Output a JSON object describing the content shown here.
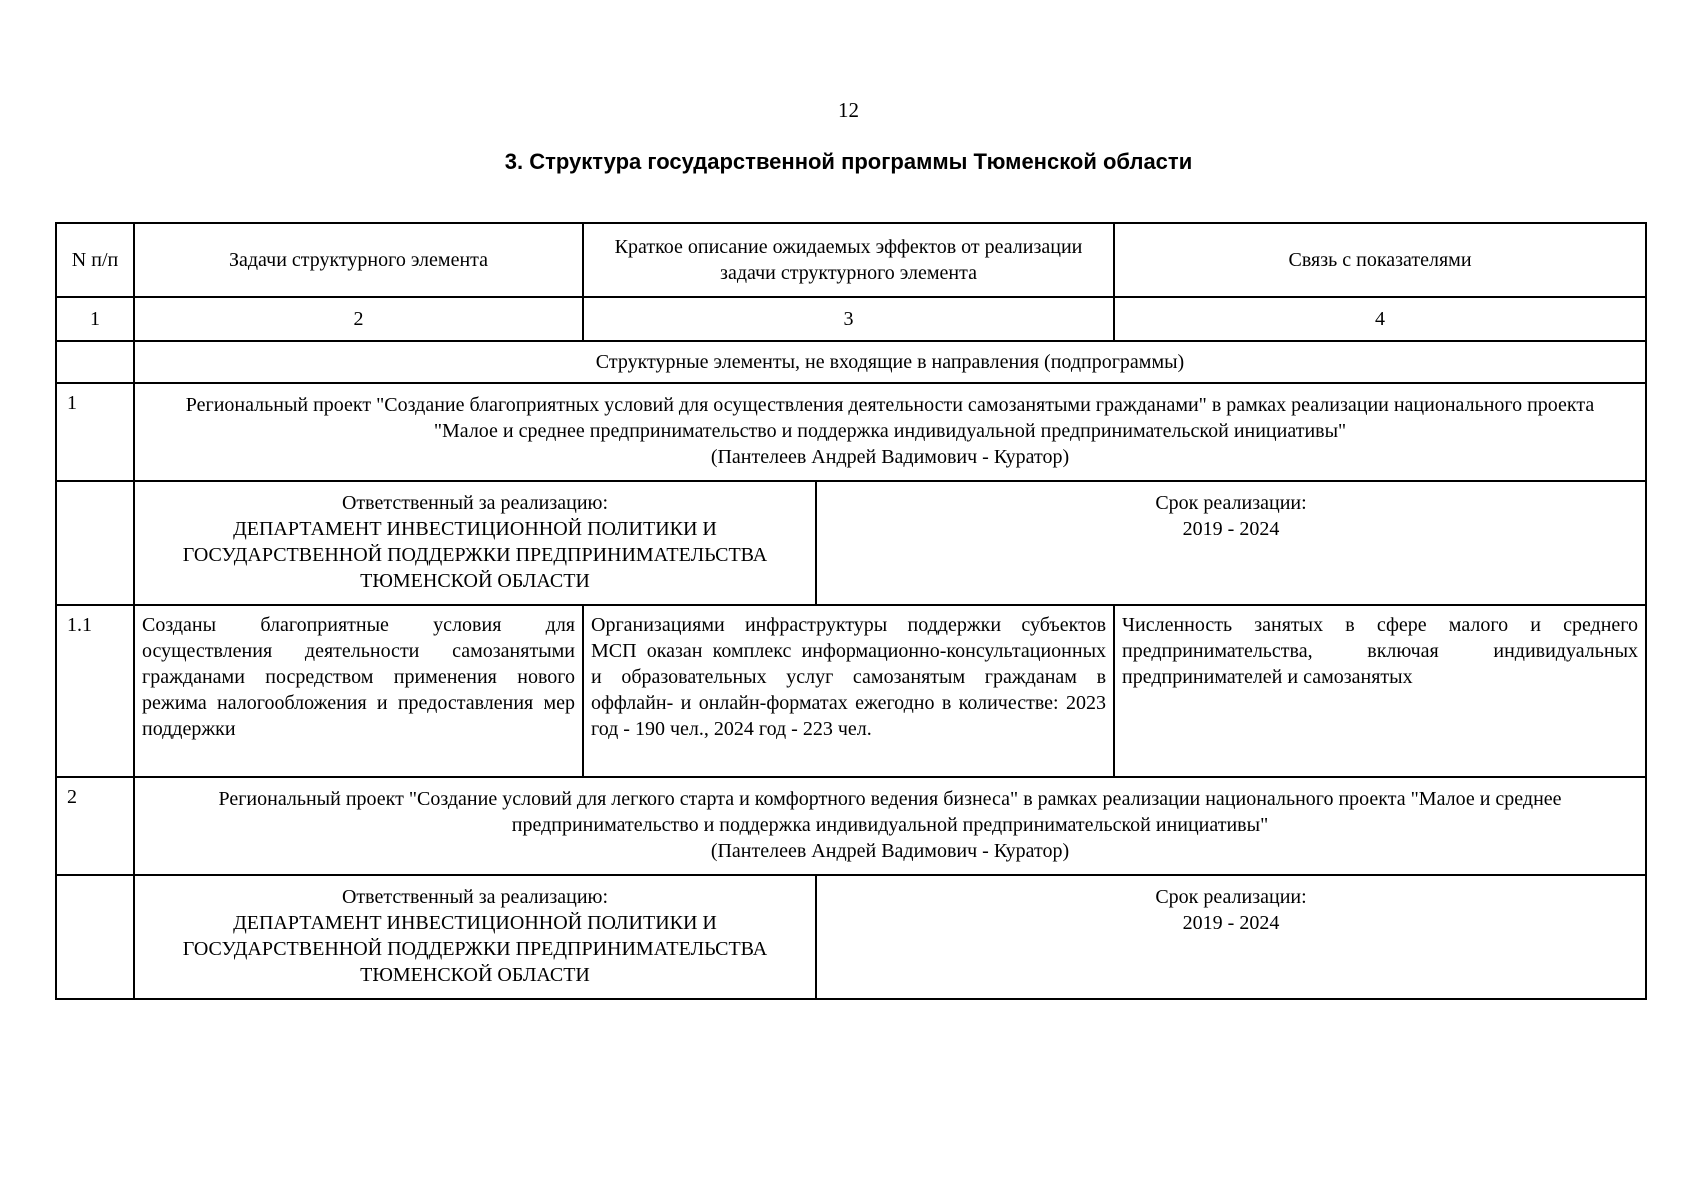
{
  "page": {
    "number": "12",
    "title": "3. Структура государственной программы Тюменской области"
  },
  "table": {
    "headers": {
      "c1": "N п/п",
      "c2": "Задачи структурного элемента",
      "c3": "Краткое описание ожидаемых эффектов от реализации задачи структурного элемента",
      "c4": "Связь с показателями"
    },
    "index_row": {
      "c1": "1",
      "c2": "2",
      "c3": "3",
      "c4": "4"
    },
    "section_title": "Структурные элементы, не входящие в направления (подпрограммы)",
    "project1": {
      "num": "1",
      "line1": "Региональный проект \"Создание благоприятных условий для осуществления деятельности самозанятыми гражданами\" в рамках реализации национального проекта \"Малое и среднее предпринимательство и поддержка индивидуальной предпринимательской инициативы\"",
      "line2": "(Пантелеев Андрей Вадимович - Куратор)",
      "responsible_label": "Ответственный за реализацию:",
      "responsible_name": "ДЕПАРТАМЕНТ ИНВЕСТИЦИОННОЙ ПОЛИТИКИ И ГОСУДАРСТВЕННОЙ ПОДДЕРЖКИ ПРЕДПРИНИМАТЕЛЬСТВА ТЮМЕНСКОЙ ОБЛАСТИ",
      "term_label": "Срок реализации:",
      "term": "2019 - 2024"
    },
    "task11": {
      "num": "1.1",
      "task": "Созданы благоприятные условия для осуществления деятельности самозанятыми гражданами посредством применения нового режима налогообложения и предоставления мер поддержки",
      "effect": "Организациями инфраструктуры поддержки субъектов МСП оказан комплекс информационно-консультационных и образовательных услуг самозанятым гражданам в оффлайн- и онлайн-форматах ежегодно в количестве: 2023 год - 190 чел., 2024 год - 223 чел.",
      "indicator": "Численность занятых в сфере малого и среднего предпринимательства, включая индивидуальных предпринимателей и самозанятых"
    },
    "project2": {
      "num": "2",
      "line1": "Региональный проект \"Создание условий для легкого старта и комфортного ведения бизнеса\" в рамках реализации национального проекта \"Малое и среднее предпринимательство и поддержка индивидуальной предпринимательской инициативы\"",
      "line2": "(Пантелеев Андрей Вадимович - Куратор)",
      "responsible_label": "Ответственный за реализацию:",
      "responsible_name": "ДЕПАРТАМЕНТ ИНВЕСТИЦИОННОЙ ПОЛИТИКИ И ГОСУДАРСТВЕННОЙ ПОДДЕРЖКИ ПРЕДПРИНИМАТЕЛЬСТВА ТЮМЕНСКОЙ ОБЛАСТИ",
      "term_label": "Срок реализации:",
      "term": "2019 - 2024"
    }
  }
}
